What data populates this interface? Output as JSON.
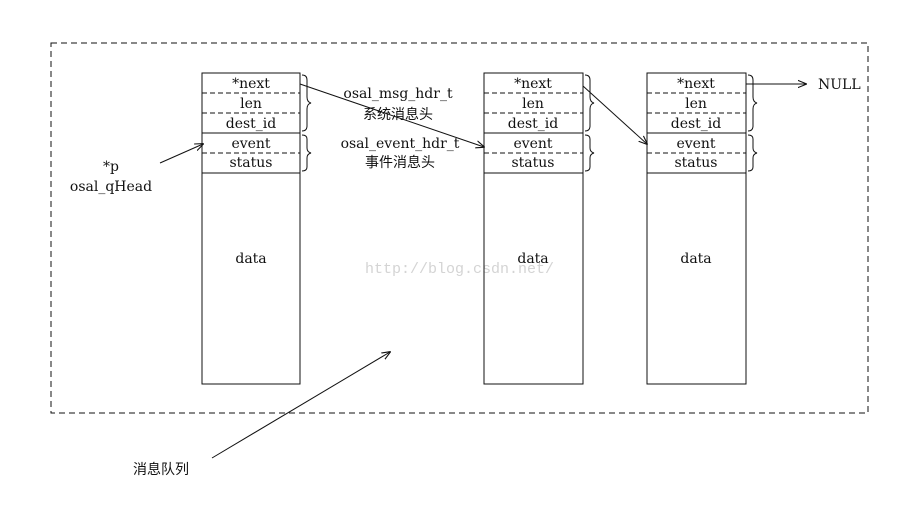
{
  "diagram": {
    "fields": [
      "*next",
      "len",
      "dest_id",
      "event",
      "status"
    ],
    "data_label": "data",
    "pointer_label": "*p",
    "head_label": "osal_qHead",
    "msg_hdr_label": "osal_msg_hdr_t",
    "msg_hdr_caption": "系统消息头",
    "event_hdr_label": "osal_event_hdr_t",
    "event_hdr_caption": "事件消息头",
    "null_label": "NULL",
    "queue_label": "消息队列",
    "watermark": "http://blog.csdn.net/"
  },
  "colors": {
    "line": "#111111",
    "watermark": "#d4d4d4",
    "background": "#ffffff"
  }
}
